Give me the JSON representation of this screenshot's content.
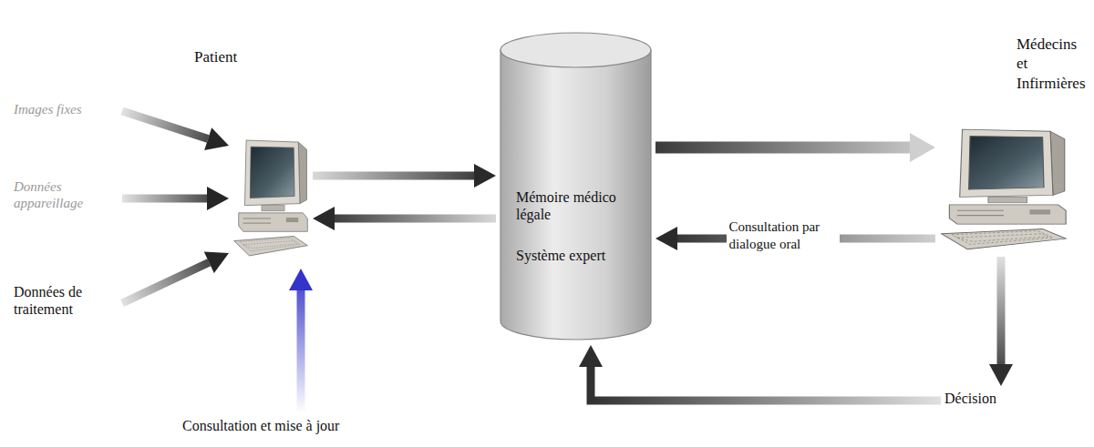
{
  "diagram": {
    "nodes": [
      {
        "text": [
          "Patient"
        ]
      },
      {
        "text": [
          "Images fixes"
        ]
      },
      {
        "text": [
          "Données appareillage"
        ]
      },
      {
        "text": [
          "Données de traitement"
        ]
      },
      {
        "text": [
          "Consultation et mise à jour"
        ]
      },
      {
        "text": [
          "Mémoire médico légale",
          "Système expert"
        ]
      },
      {
        "text": [
          "Médecins et Infirmières"
        ]
      },
      {
        "text": [
          "Décision"
        ]
      }
    ],
    "edges": [
      {
        "from": 1,
        "to": 0,
        "arrow": "to"
      },
      {
        "from": 2,
        "to": 0,
        "arrow": "to"
      },
      {
        "from": 3,
        "to": 0,
        "arrow": "to"
      },
      {
        "from": 4,
        "to": 0,
        "arrow": "to"
      },
      {
        "from": 0,
        "to": 5,
        "arrow": "to"
      },
      {
        "from": 5,
        "to": 0,
        "arrow": "to"
      },
      {
        "from": 5,
        "to": 6,
        "arrow": "to"
      },
      {
        "from": 6,
        "to": 5,
        "label": "Consultation par dialogue oral",
        "arrow": "to"
      },
      {
        "from": 6,
        "to": 7,
        "arrow": "to"
      },
      {
        "from": 7,
        "to": 5,
        "arrow": "to"
      }
    ]
  }
}
